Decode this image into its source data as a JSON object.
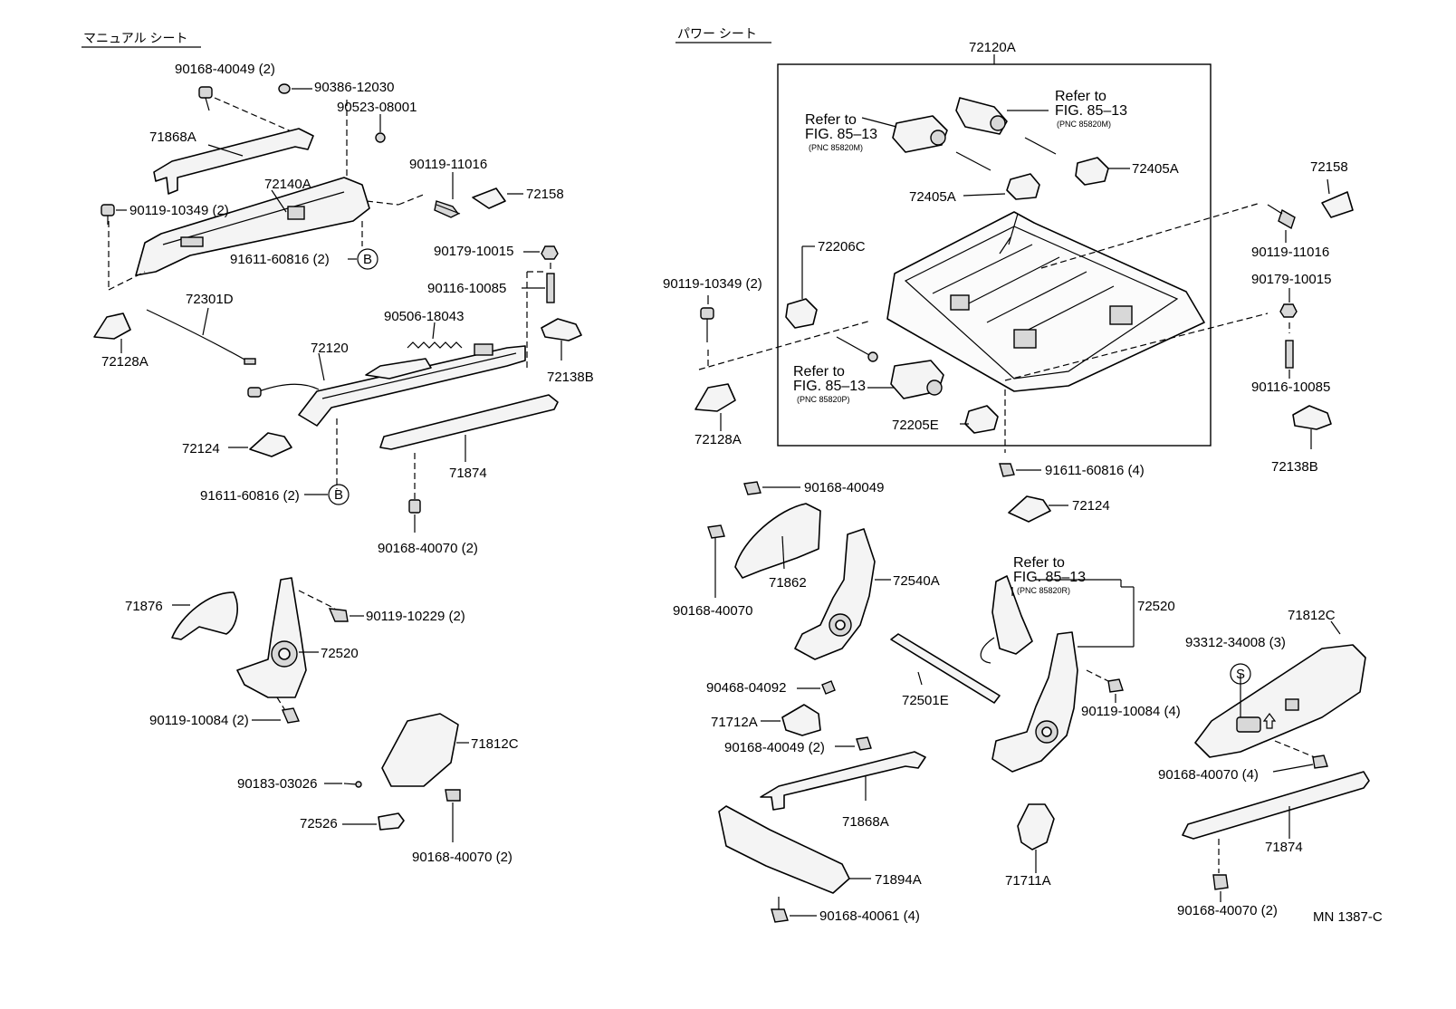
{
  "headers": {
    "manual_seat": "マニュアル シート",
    "power_seat": "パワー シート"
  },
  "labels": {
    "m_90168_40049": "90168-40049 (2)",
    "m_90386_12030": "90386-12030",
    "m_90523_08001": "90523-08001",
    "m_71868A": "71868A",
    "m_72140A": "72140A",
    "m_90119_10349": "90119-10349 (2)",
    "m_90119_11016": "90119-11016",
    "m_72158": "72158",
    "m_91611_60816_top": "91611-60816 (2)",
    "m_b_top": "B",
    "m_90179_10015": "90179-10015",
    "m_90116_10085": "90116-10085",
    "m_72301D": "72301D",
    "m_90506_18043": "90506-18043",
    "m_72128A": "72128A",
    "m_72120": "72120",
    "m_72138B": "72138B",
    "m_72124": "72124",
    "m_71874": "71874",
    "m_91611_60816_bot": "91611-60816 (2)",
    "m_b_bot": "B",
    "m_90168_40070_a": "90168-40070 (2)",
    "m_71876": "71876",
    "m_90119_10229": "90119-10229 (2)",
    "m_72520": "72520",
    "m_90119_10084": "90119-10084 (2)",
    "m_71812C": "71812C",
    "m_90183_03026": "90183-03026",
    "m_72526": "72526",
    "m_90168_40070_b": "90168-40070 (2)",
    "p_72120A": "72120A",
    "p_refer_a1": "Refer to",
    "p_refer_a2": "FIG. 85–13",
    "p_refer_a3": "(PNC 85820M)",
    "p_refer_b1": "Refer to",
    "p_refer_b2": "FIG. 85–13",
    "p_refer_b3": "(PNC 85820M)",
    "p_72405A_r": "72405A",
    "p_72405A_l": "72405A",
    "p_72206C": "72206C",
    "p_90119_10349": "90119-10349 (2)",
    "p_refer_c1": "Refer to",
    "p_refer_c2": "FIG. 85–13",
    "p_refer_c3": "(PNC 85820P)",
    "p_72205E": "72205E",
    "p_72128A": "72128A",
    "p_72158": "72158",
    "p_90119_11016": "90119-11016",
    "p_90179_10015": "90179-10015",
    "p_90116_10085": "90116-10085",
    "p_72138B": "72138B",
    "p_91611_60816": "91611-60816 (4)",
    "p_72124": "72124",
    "p_90168_40049_a": "90168-40049",
    "p_90168_40070_a": "90168-40070",
    "p_71862": "71862",
    "p_72540A": "72540A",
    "p_refer_d1": "Refer to",
    "p_refer_d2": "FIG. 85–13",
    "p_refer_d3": "(PNC 85820R)",
    "p_72520": "72520",
    "p_71812C": "71812C",
    "p_93312_34008": "93312-34008 (3)",
    "p_s": "S",
    "p_90468_04092": "90468-04092",
    "p_72501E": "72501E",
    "p_90119_10084": "90119-10084 (4)",
    "p_71712A": "71712A",
    "p_90168_40049_b": "90168-40049 (2)",
    "p_90168_40070_b": "90168-40070 (4)",
    "p_71868A": "71868A",
    "p_71874": "71874",
    "p_71894A": "71894A",
    "p_71711A": "71711A",
    "p_90168_40061": "90168-40061 (4)",
    "p_90168_40070_c": "90168-40070 (2)",
    "p_code": "MN 1387-C"
  }
}
